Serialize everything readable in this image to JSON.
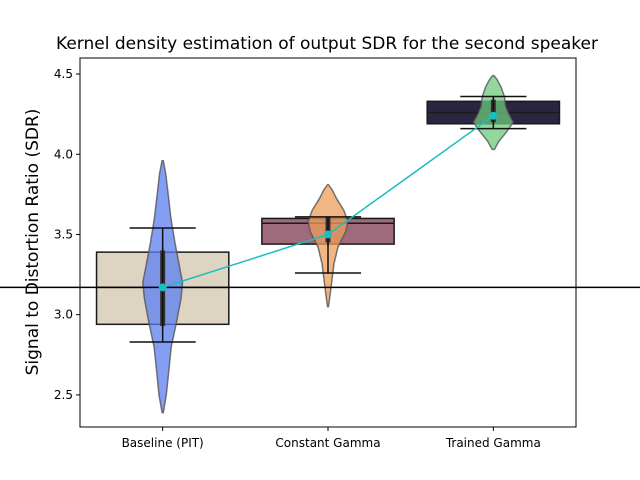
{
  "chart_data": {
    "type": "violin",
    "title": "Kernel density estimation of output SDR for the second speaker",
    "xlabel": "",
    "ylabel": "Signal to Distortion Ratio (SDR)",
    "ylim": [
      2.3,
      4.6
    ],
    "yticks": [
      "2.5",
      "3.0",
      "3.5",
      "4.0",
      "4.5"
    ],
    "categories": [
      "Baseline (PIT)",
      "Constant Gamma",
      "Trained Gamma"
    ],
    "reference_line": 3.17,
    "violins": [
      {
        "name": "Baseline (PIT)",
        "color": "#5b7ef0",
        "min": 2.39,
        "max": 3.96,
        "density": [
          [
            2.39,
            0.02
          ],
          [
            2.5,
            0.12
          ],
          [
            2.65,
            0.2
          ],
          [
            2.8,
            0.28
          ],
          [
            2.95,
            0.45
          ],
          [
            3.1,
            0.6
          ],
          [
            3.2,
            0.65
          ],
          [
            3.3,
            0.55
          ],
          [
            3.45,
            0.4
          ],
          [
            3.6,
            0.27
          ],
          [
            3.75,
            0.18
          ],
          [
            3.88,
            0.1
          ],
          [
            3.96,
            0.02
          ]
        ],
        "box": {
          "q1": 2.94,
          "median": 3.17,
          "q3": 3.39
        },
        "box_color": "#ddd5c2",
        "whiskers": [
          2.83,
          3.54
        ],
        "inner_iqr": [
          2.93,
          3.4
        ],
        "inner_whisker": [
          2.92,
          3.41
        ],
        "mean": 3.17
      },
      {
        "name": "Constant Gamma",
        "color": "#ec9d5a",
        "min": 3.05,
        "max": 3.81,
        "density": [
          [
            3.05,
            0.02
          ],
          [
            3.12,
            0.1
          ],
          [
            3.22,
            0.2
          ],
          [
            3.32,
            0.3
          ],
          [
            3.42,
            0.5
          ],
          [
            3.52,
            0.9
          ],
          [
            3.58,
            1.0
          ],
          [
            3.65,
            0.8
          ],
          [
            3.72,
            0.45
          ],
          [
            3.78,
            0.2
          ],
          [
            3.81,
            0.02
          ]
        ],
        "box": {
          "q1": 3.44,
          "median": 3.57,
          "q3": 3.6
        },
        "box_color": "#9e6a7c",
        "whiskers": [
          3.26,
          3.61
        ],
        "inner_iqr": [
          3.45,
          3.61
        ],
        "inner_whisker": [
          3.43,
          3.61
        ],
        "mean": 3.5
      },
      {
        "name": "Trained Gamma",
        "color": "#6ecb7c",
        "min": 4.03,
        "max": 4.49,
        "density": [
          [
            4.03,
            0.05
          ],
          [
            4.08,
            0.25
          ],
          [
            4.14,
            0.6
          ],
          [
            4.2,
            0.9
          ],
          [
            4.25,
            0.7
          ],
          [
            4.3,
            0.55
          ],
          [
            4.36,
            0.5
          ],
          [
            4.42,
            0.35
          ],
          [
            4.47,
            0.15
          ],
          [
            4.49,
            0.03
          ]
        ],
        "box": {
          "q1": 4.19,
          "median": 4.26,
          "q3": 4.33
        },
        "box_color": "#2a2640",
        "whiskers": [
          4.16,
          4.36
        ],
        "inner_iqr": [
          4.2,
          4.34
        ],
        "inner_whisker": [
          4.19,
          4.35
        ],
        "mean": 4.24
      }
    ],
    "mean_line": {
      "color": "#19bebe",
      "values": [
        3.17,
        3.5,
        4.24
      ]
    }
  }
}
